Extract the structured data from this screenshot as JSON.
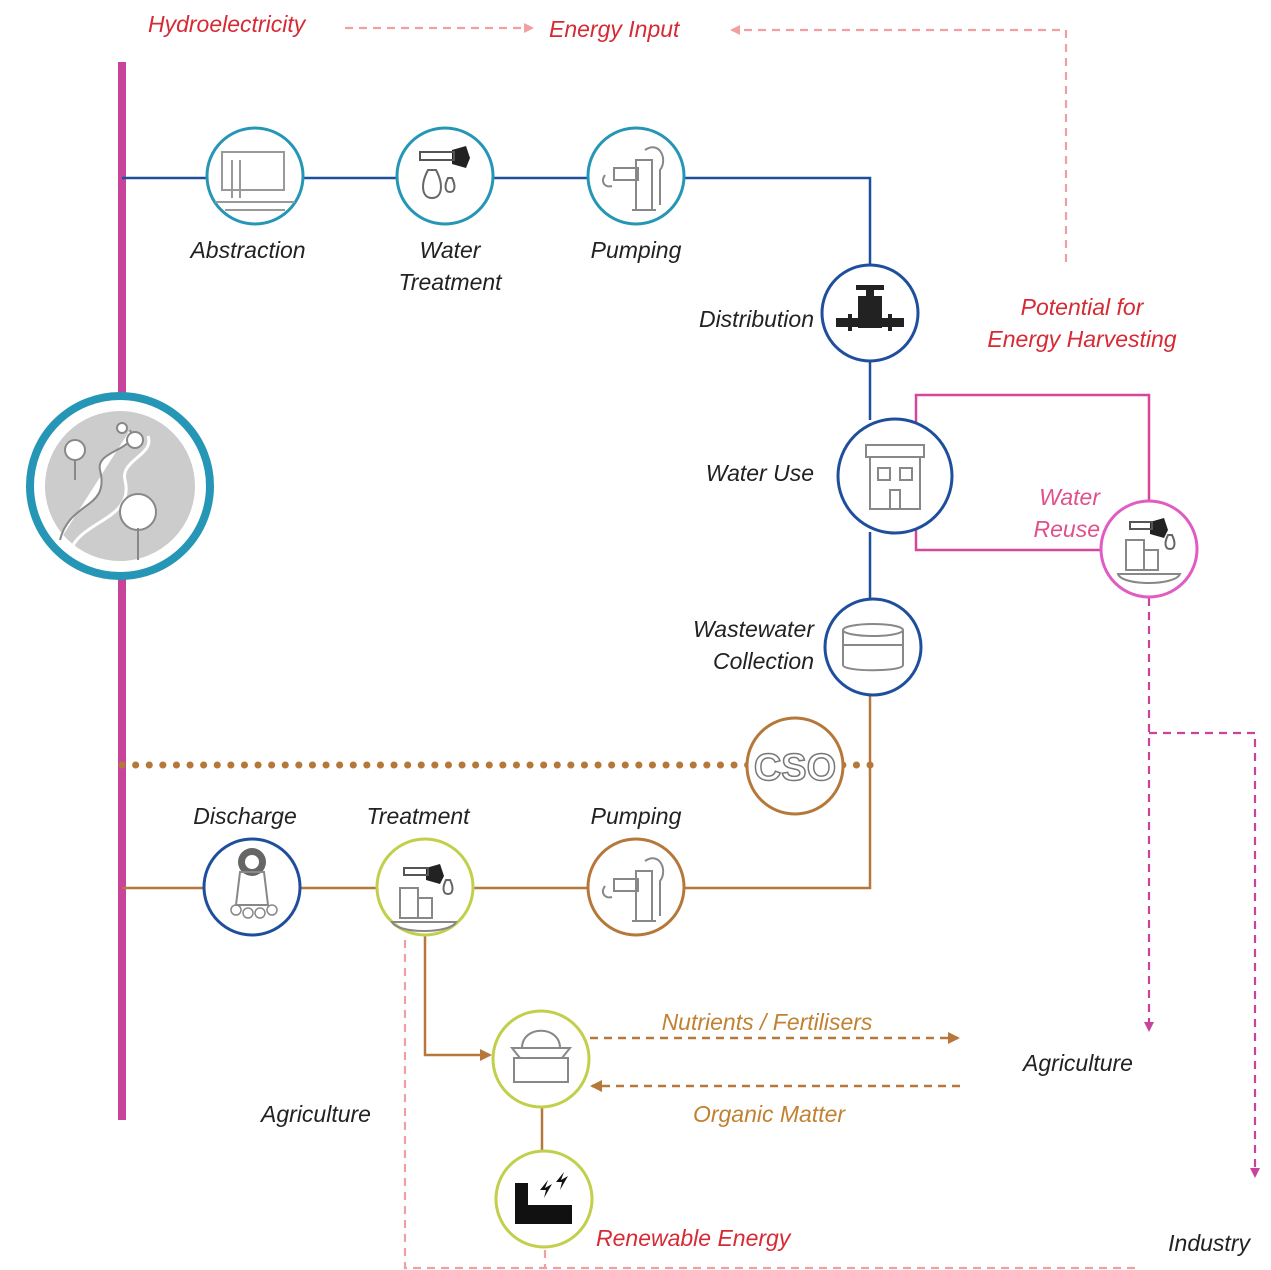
{
  "colors": {
    "river_line": "#c8449a",
    "water_blue": "#1f4f9c",
    "wastewater_brown": "#b5783a",
    "energy_red": "#d62a34",
    "energy_dash": "#f0a0a0",
    "reuse_pink": "#e0508c",
    "teal": "#2596b5",
    "lime": "#c2cf4a",
    "icon_gray": "#888888"
  },
  "labels": {
    "hydroelectricity": "Hydroelectricity",
    "energy_input": "Energy Input",
    "abstraction": "Abstraction",
    "water_treatment_1": "Water",
    "water_treatment_2": "Treatment",
    "pumping_top": "Pumping",
    "distribution": "Distribution",
    "energy_harvest_1": "Potential for",
    "energy_harvest_2": "Energy Harvesting",
    "water_use": "Water Use",
    "water_reuse_1": "Water",
    "water_reuse_2": "Reuse",
    "wastewater_1": "Wastewater",
    "wastewater_2": "Collection",
    "cso": "CSO",
    "discharge": "Discharge",
    "treatment": "Treatment",
    "pumping_bottom": "Pumping",
    "nutrients": "Nutrients / Fertilisers",
    "organic_matter": "Organic Matter",
    "agriculture_right": "Agriculture",
    "agriculture_left": "Agriculture",
    "renewable_energy": "Renewable Energy",
    "industry": "Industry"
  },
  "icons": {
    "river": "river-landscape-icon",
    "abstraction": "abstraction-intake-icon",
    "water_treatment": "tap-droplets-icon",
    "pumping_top": "pump-icon",
    "distribution": "valve-pipe-icon",
    "water_use": "house-icon",
    "water_reuse": "reuse-treatment-icon",
    "wastewater": "tank-icon",
    "cso": "cso-text-icon",
    "discharge": "outfall-discharge-icon",
    "treatment": "treatment-plant-icon",
    "pumping_bottom": "pump-icon",
    "digester": "digester-icon",
    "renewable": "factory-energy-icon"
  }
}
